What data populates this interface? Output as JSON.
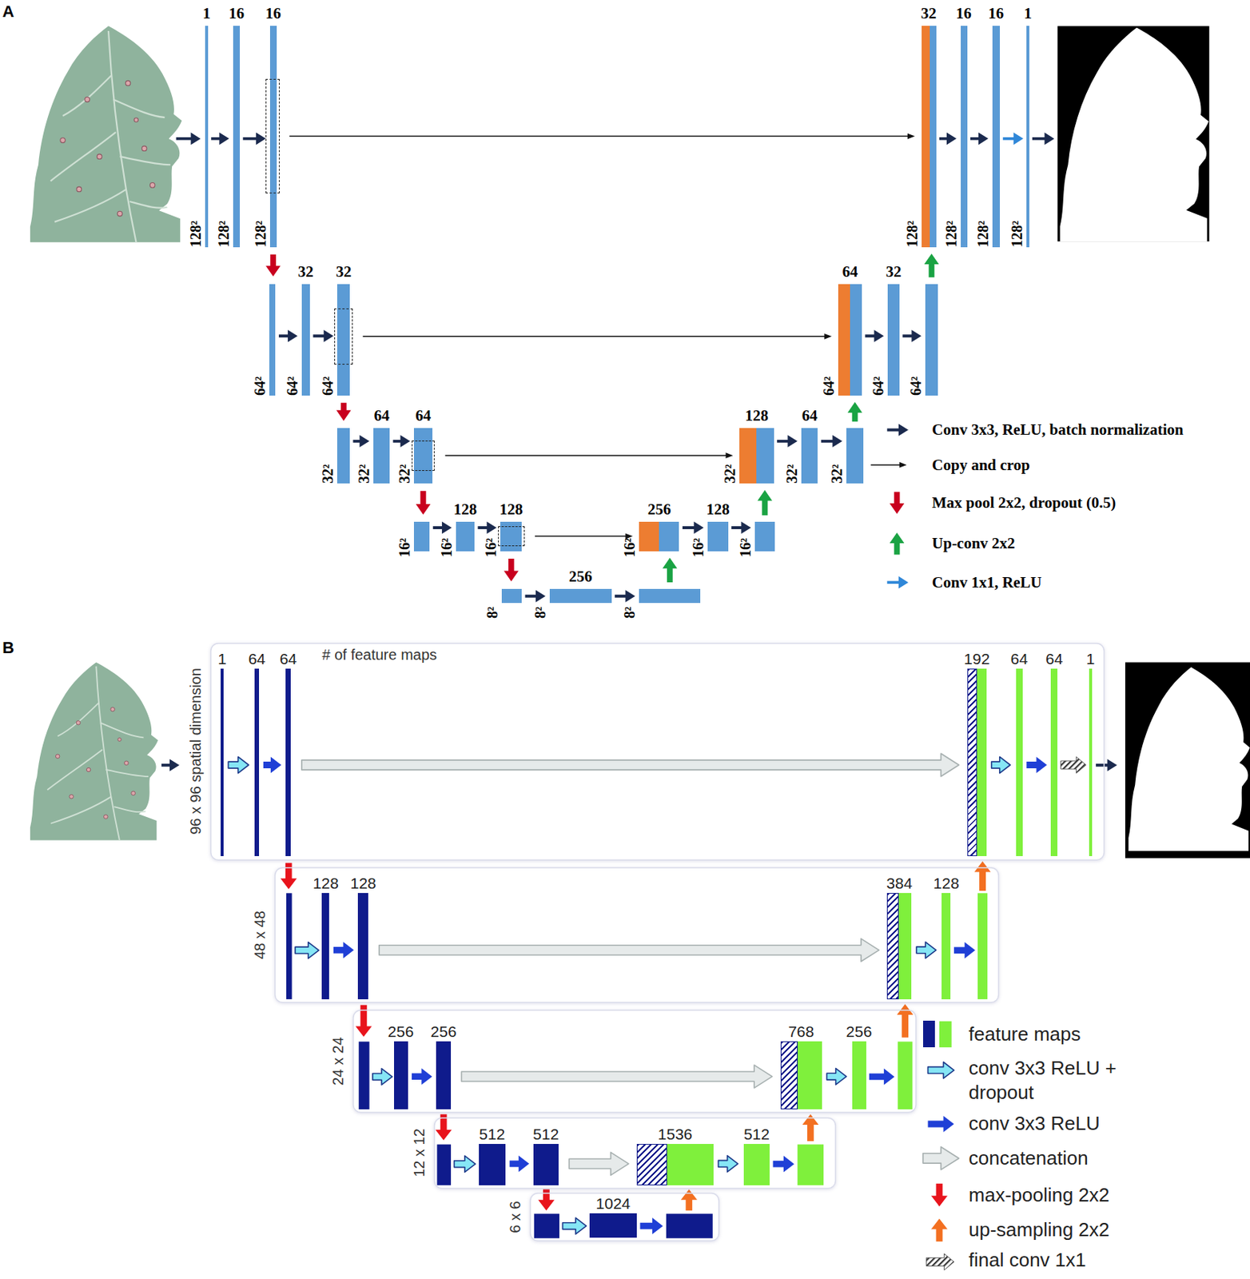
{
  "diagram": {
    "nodes": [
      {
        "text": [
          "1",
          "128²"
        ]
      },
      {
        "text": [
          "16",
          "128²"
        ]
      },
      {
        "text": [
          "16",
          "128²"
        ]
      },
      {
        "text": [
          "32",
          "128²"
        ]
      },
      {
        "text": [
          "16",
          "128²"
        ]
      },
      {
        "text": [
          "16",
          "128²"
        ]
      },
      {
        "text": [
          "1",
          "128²"
        ]
      },
      {
        "text": [
          "64²"
        ]
      },
      {
        "text": [
          "32",
          "64²"
        ]
      },
      {
        "text": [
          "32",
          "64²"
        ]
      },
      {
        "text": [
          "64",
          "64²"
        ]
      },
      {
        "text": [
          "32",
          "64²"
        ]
      },
      {
        "text": [
          "64²"
        ]
      },
      {
        "text": [
          "32²"
        ]
      },
      {
        "text": [
          "64",
          "32²"
        ]
      },
      {
        "text": [
          "64",
          "32²"
        ]
      },
      {
        "text": [
          "128",
          "32²"
        ]
      },
      {
        "text": [
          "64",
          "32²"
        ]
      },
      {
        "text": [
          "32²"
        ]
      },
      {
        "text": [
          "16²"
        ]
      },
      {
        "text": [
          "128",
          "16²"
        ]
      },
      {
        "text": [
          "128",
          "16²"
        ]
      },
      {
        "text": [
          "256",
          "16²"
        ]
      },
      {
        "text": [
          "128",
          "16²"
        ]
      },
      {
        "text": [
          "16²"
        ]
      },
      {
        "text": [
          "8²"
        ]
      },
      {
        "text": [
          "256",
          "8²"
        ]
      },
      {
        "text": [
          "8²"
        ]
      },
      {
        "text": [
          "96 x 96 spatial dimension"
        ]
      },
      {
        "text": [
          "1"
        ],
        "in": 28
      },
      {
        "text": [
          "64"
        ],
        "in": 28
      },
      {
        "text": [
          "64"
        ],
        "in": 28
      },
      {
        "text": [
          "192"
        ],
        "in": 28
      },
      {
        "text": [
          "64"
        ],
        "in": 28
      },
      {
        "text": [
          "64"
        ],
        "in": 28
      },
      {
        "text": [
          "1"
        ],
        "in": 28
      },
      {
        "text": [
          "48 x 48"
        ]
      },
      {
        "text": [
          "128"
        ],
        "in": 36
      },
      {
        "text": [
          "128"
        ],
        "in": 36
      },
      {
        "text": [
          "384"
        ],
        "in": 36
      },
      {
        "text": [
          "128"
        ],
        "in": 36
      },
      {
        "text": [
          "24 x 24"
        ]
      },
      {
        "text": [
          "256"
        ],
        "in": 41
      },
      {
        "text": [
          "256"
        ],
        "in": 41
      },
      {
        "text": [
          "768"
        ],
        "in": 41
      },
      {
        "text": [
          "256"
        ],
        "in": 41
      },
      {
        "text": [
          "12 x 12"
        ]
      },
      {
        "text": [
          "512"
        ],
        "in": 46
      },
      {
        "text": [
          "512"
        ],
        "in": 46
      },
      {
        "text": [
          "1536"
        ],
        "in": 46
      },
      {
        "text": [
          "512"
        ],
        "in": 46
      },
      {
        "text": [
          "6 x 6"
        ]
      },
      {
        "text": [
          "1024"
        ],
        "in": 51
      }
    ],
    "edges": [
      {
        "from": 0,
        "to": 1,
        "arrow": "to"
      },
      {
        "from": 1,
        "to": 2,
        "arrow": "to"
      },
      {
        "from": 2,
        "to": 3,
        "arrow": "to"
      },
      {
        "from": 3,
        "to": 4,
        "arrow": "to"
      },
      {
        "from": 4,
        "to": 5,
        "arrow": "to"
      },
      {
        "from": 5,
        "to": 6,
        "arrow": "to"
      },
      {
        "from": 2,
        "to": 7,
        "arrow": "to"
      },
      {
        "from": 12,
        "to": 3,
        "arrow": "to"
      },
      {
        "from": 7,
        "to": 8,
        "arrow": "to"
      },
      {
        "from": 8,
        "to": 9,
        "arrow": "to"
      },
      {
        "from": 9,
        "to": 10,
        "arrow": "to"
      },
      {
        "from": 10,
        "to": 11,
        "arrow": "to"
      },
      {
        "from": 11,
        "to": 12,
        "arrow": "to"
      },
      {
        "from": 9,
        "to": 13,
        "arrow": "to"
      },
      {
        "from": 18,
        "to": 10,
        "arrow": "to"
      },
      {
        "from": 13,
        "to": 14,
        "arrow": "to"
      },
      {
        "from": 14,
        "to": 15,
        "arrow": "to"
      },
      {
        "from": 15,
        "to": 16,
        "arrow": "to"
      },
      {
        "from": 16,
        "to": 17,
        "arrow": "to"
      },
      {
        "from": 17,
        "to": 18,
        "arrow": "to"
      },
      {
        "from": 15,
        "to": 19,
        "arrow": "to"
      },
      {
        "from": 24,
        "to": 16,
        "arrow": "to"
      },
      {
        "from": 19,
        "to": 20,
        "arrow": "to"
      },
      {
        "from": 20,
        "to": 21,
        "arrow": "to"
      },
      {
        "from": 21,
        "to": 22,
        "arrow": "to"
      },
      {
        "from": 22,
        "to": 23,
        "arrow": "to"
      },
      {
        "from": 23,
        "to": 24,
        "arrow": "to"
      },
      {
        "from": 21,
        "to": 25,
        "arrow": "to"
      },
      {
        "from": 27,
        "to": 22,
        "arrow": "to"
      },
      {
        "from": 25,
        "to": 26,
        "arrow": "to"
      },
      {
        "from": 26,
        "to": 27,
        "arrow": "to"
      },
      {
        "from": 29,
        "to": 30,
        "arrow": "to"
      },
      {
        "from": 30,
        "to": 31,
        "arrow": "to"
      },
      {
        "from": 31,
        "to": 32,
        "arrow": "to"
      },
      {
        "from": 32,
        "to": 33,
        "arrow": "to"
      },
      {
        "from": 33,
        "to": 34,
        "arrow": "to"
      },
      {
        "from": 34,
        "to": 35,
        "arrow": "to"
      },
      {
        "from": 37,
        "to": 38,
        "arrow": "to"
      },
      {
        "from": 38,
        "to": 39,
        "arrow": "to"
      },
      {
        "from": 39,
        "to": 40,
        "arrow": "to"
      },
      {
        "from": 42,
        "to": 43,
        "arrow": "to"
      },
      {
        "from": 43,
        "to": 44,
        "arrow": "to"
      },
      {
        "from": 44,
        "to": 45,
        "arrow": "to"
      },
      {
        "from": 47,
        "to": 48,
        "arrow": "to"
      },
      {
        "from": 48,
        "to": 49,
        "arrow": "to"
      },
      {
        "from": 49,
        "to": 50,
        "arrow": "to"
      }
    ],
    "labels": [
      "A",
      "B",
      "# of feature maps"
    ],
    "legend": [
      {
        "text": "Conv 3x3, ReLU, batch normalization"
      },
      {
        "text": "Copy and crop"
      },
      {
        "text": "Max pool 2x2, dropout (0.5)"
      },
      {
        "text": "Up-conv 2x2"
      },
      {
        "text": "Conv 1x1, ReLU"
      },
      {
        "text": "feature maps",
        "color": "#0f1b8c"
      },
      {
        "text": "conv 3x3 ReLU + dropout"
      },
      {
        "text": "conv 3x3 ReLU"
      },
      {
        "text": "concatenation"
      },
      {
        "text": "max-pooling 2x2"
      },
      {
        "text": "up-sampling 2x2"
      },
      {
        "text": "final conv 1x1"
      }
    ]
  }
}
